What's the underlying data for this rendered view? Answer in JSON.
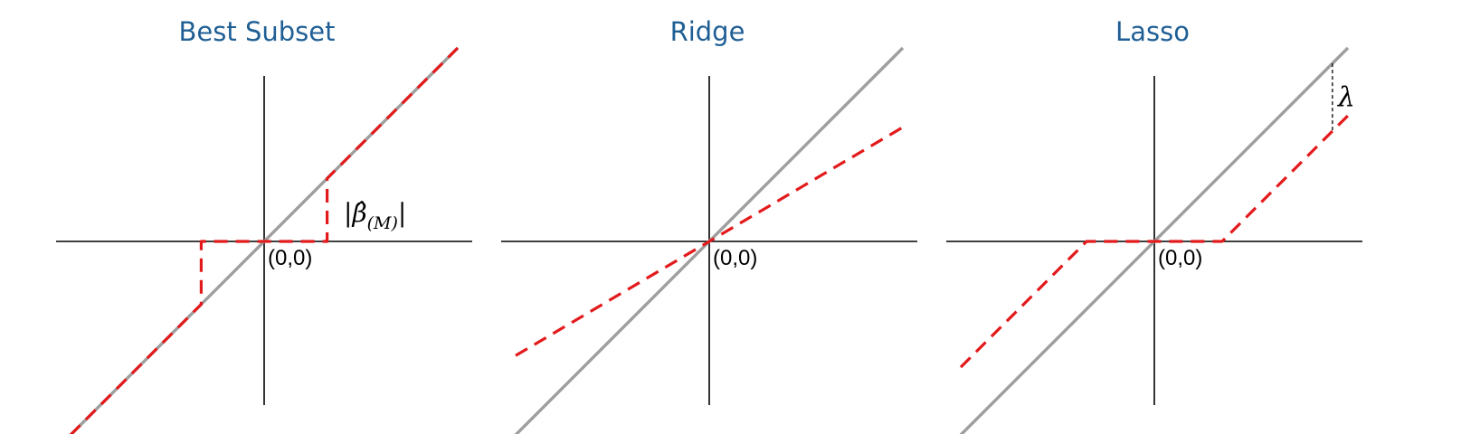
{
  "chart_data": [
    {
      "type": "line",
      "title": "Best Subset",
      "origin_label": "(0,0)",
      "threshold_label_latex": "|\\hat{\\beta}_{(M)}|",
      "threshold_label": {
        "outer": "|",
        "symbol": "β̂",
        "subscript": "(M)"
      },
      "series": [
        {
          "role": "identity",
          "color": "#9e9e9e",
          "style": "solid",
          "points": [
            [
              -1,
              -1
            ],
            [
              1,
              1
            ]
          ]
        },
        {
          "role": "estimate",
          "color": "#e31a1c",
          "style": "dashed",
          "points": [
            [
              -1,
              -1
            ],
            [
              -0.325,
              -0.325
            ],
            [
              -0.325,
              0
            ],
            [
              0,
              0
            ],
            [
              0.325,
              0
            ],
            [
              0.325,
              0.325
            ],
            [
              1,
              1
            ]
          ]
        }
      ]
    },
    {
      "type": "line",
      "title": "Ridge",
      "origin_label": "(0,0)",
      "series": [
        {
          "role": "identity",
          "color": "#9e9e9e",
          "style": "solid",
          "points": [
            [
              -1,
              -1
            ],
            [
              1,
              1
            ]
          ]
        },
        {
          "role": "estimate",
          "color": "#e31a1c",
          "style": "dashed",
          "points": [
            [
              -1,
              -0.59
            ],
            [
              1,
              0.59
            ]
          ]
        }
      ]
    },
    {
      "type": "line",
      "title": "Lasso",
      "origin_label": "(0,0)",
      "lambda_label": "λ",
      "series": [
        {
          "role": "identity",
          "color": "#9e9e9e",
          "style": "solid",
          "points": [
            [
              -1,
              -1
            ],
            [
              1,
              1
            ]
          ]
        },
        {
          "role": "estimate",
          "color": "#e31a1c",
          "style": "dashed",
          "points": [
            [
              -1,
              -0.65
            ],
            [
              -0.35,
              0
            ],
            [
              0.35,
              0
            ],
            [
              1,
              0.65
            ]
          ]
        }
      ]
    }
  ]
}
